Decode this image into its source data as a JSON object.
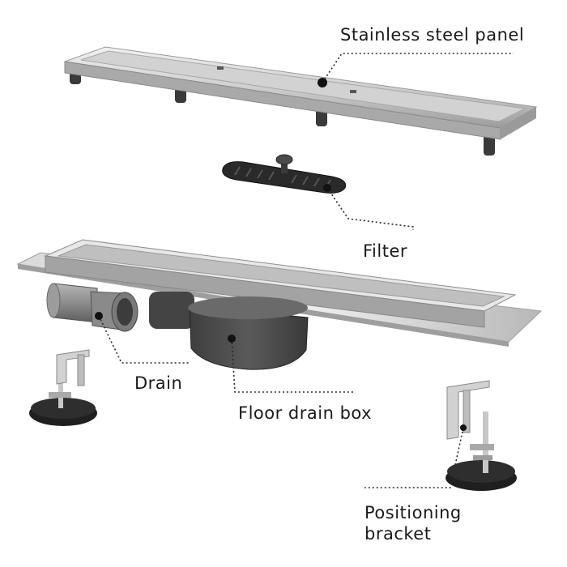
{
  "labels": {
    "stainless_steel_panel": "Stainless steel panel",
    "filter": "Filter",
    "drain": "Drain",
    "floor_drain_box": "Floor drain box",
    "positioning_bracket": "Positioning bracket"
  },
  "icons": {
    "panel": "stainless-steel-panel-icon",
    "filter": "filter-icon",
    "channel": "drain-channel-icon",
    "drain_pipe": "drain-pipe-icon",
    "box": "floor-drain-box-icon",
    "bracket": "positioning-bracket-icon"
  },
  "colors": {
    "steel_light": "#e6e6e6",
    "steel_mid": "#bdbdbd",
    "steel_dark": "#8f8f8f",
    "plastic_gray": "#8a8a8a",
    "plastic_dark": "#4f4f4f",
    "rubber_black": "#1f1f1f",
    "label_text": "#1a1a1a"
  }
}
